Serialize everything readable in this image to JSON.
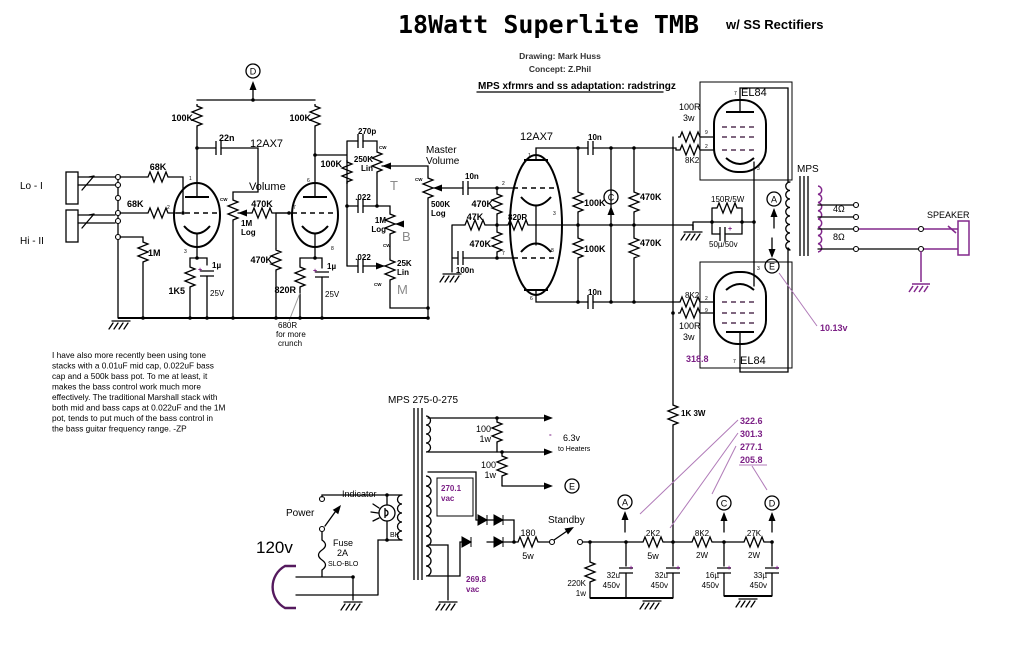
{
  "header": {
    "title": "18Watt Superlite TMB",
    "subtitle": "w/ SS Rectifiers",
    "drawing": "Drawing: Mark Huss",
    "concept": "Concept: Z.Phil",
    "credit": "MPS xfrmrs and ss adaptation: radstringz"
  },
  "io": {
    "lo": "Lo - I",
    "hi": "Hi - II"
  },
  "note": {
    "lines": [
      "I have also more recently been using tone",
      "stacks with a 0.01uF mid cap, 0.022uF bass",
      "cap and a 500k bass pot. To me at least, it",
      "makes the bass control work much more",
      "effectively. The traditional Marshall stack with",
      "both mid and bass caps at 0.022uF and the 1M",
      "pot, tends to put much of the bass control in",
      "the bass guitar frequency range.  -ZP"
    ]
  },
  "labels": {
    "r68k": "68K",
    "m1": "1M",
    "r100k": "100K",
    "c22n": "22n",
    "tube": "12AX7",
    "volume": "Volume",
    "master": "Master",
    "log": "Log",
    "lin": "Lin",
    "cw": "CW",
    "r470k": "470K",
    "r1k5": "1K5",
    "c1u": "1µ",
    "v25": "25V",
    "plus": "+",
    "r820r": "820R",
    "crunch1": "680R",
    "crunch2": "for more",
    "crunch3": "crunch",
    "c270p": "270p",
    "p250k": "250K",
    "t": "T",
    "c022": ".022",
    "b": "B",
    "p25k": "25K",
    "m": "M",
    "p500k": "500K",
    "c10n": "10n",
    "r47k": "47K",
    "c100n": "100n",
    "r100r": "100R",
    "w3": "3w",
    "r8k2": "8K2",
    "el84": "EL84",
    "r150r": "150R/5W",
    "c50u": "50µ/50v",
    "mps": "MPS",
    "ohm4": "4Ω",
    "ohm8": "8Ω",
    "speaker": "SPEAKER",
    "v1013": "10.13v",
    "v3188": "318.8",
    "r1k3w": "1K 3W",
    "v3226": "322.6",
    "v3013": "301.3",
    "v2771": "277.1",
    "v2058": "205.8",
    "pt": "MPS  275-0-275",
    "r100": "100",
    "w1": "1w",
    "v63": "6.3v",
    "heaters": "to Heaters",
    "minus": "-",
    "v2701": "270.1",
    "vac": "vac",
    "v2698": "269.8",
    "power": "Power",
    "indicator": "Indicator",
    "v120": "120v",
    "fuse": "Fuse",
    "a2": "2A",
    "slo": "SLO-BLO",
    "bk": "BK",
    "r180": "180",
    "w5": "5w",
    "standby": "Standby",
    "r2k2": "2K2",
    "w2": "2W",
    "r27k": "27K",
    "r220k": "220K",
    "c32u": "32u",
    "v450": "450v",
    "c16u": "16µ",
    "c33u": "33µ",
    "A": "A",
    "C": "C",
    "D": "D",
    "E": "E",
    "p1": "1",
    "p2": "2",
    "p3": "3",
    "p6": "6",
    "p7": "7",
    "p8": "8",
    "p9": "9"
  }
}
